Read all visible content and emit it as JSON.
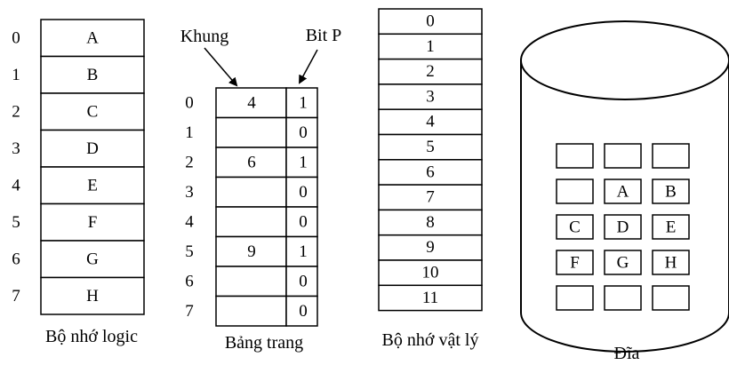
{
  "logical_memory": {
    "caption": "Bộ nhớ logic",
    "rows": [
      {
        "index": "0",
        "value": "A"
      },
      {
        "index": "1",
        "value": "B"
      },
      {
        "index": "2",
        "value": "C"
      },
      {
        "index": "3",
        "value": "D"
      },
      {
        "index": "4",
        "value": "E"
      },
      {
        "index": "5",
        "value": "F"
      },
      {
        "index": "6",
        "value": "G"
      },
      {
        "index": "7",
        "value": "H"
      }
    ]
  },
  "page_table": {
    "caption": "Bảng trang",
    "frame_header": "Khung",
    "bit_header": "Bit P",
    "rows": [
      {
        "index": "0",
        "frame": "4",
        "bit": "1"
      },
      {
        "index": "1",
        "frame": "",
        "bit": "0"
      },
      {
        "index": "2",
        "frame": "6",
        "bit": "1"
      },
      {
        "index": "3",
        "frame": "",
        "bit": "0"
      },
      {
        "index": "4",
        "frame": "",
        "bit": "0"
      },
      {
        "index": "5",
        "frame": "9",
        "bit": "1"
      },
      {
        "index": "6",
        "frame": "",
        "bit": "0"
      },
      {
        "index": "7",
        "frame": "",
        "bit": "0"
      }
    ]
  },
  "physical_memory": {
    "caption": "Bộ nhớ vật lý",
    "frames": [
      "0",
      "1",
      "2",
      "3",
      "4",
      "5",
      "6",
      "7",
      "8",
      "9",
      "10",
      "11"
    ]
  },
  "disk": {
    "caption": "Đĩa",
    "cells": [
      [
        "",
        "",
        ""
      ],
      [
        "",
        "A",
        "B"
      ],
      [
        "C",
        "D",
        "E"
      ],
      [
        "F",
        "G",
        "H"
      ],
      [
        "",
        "",
        ""
      ]
    ]
  }
}
